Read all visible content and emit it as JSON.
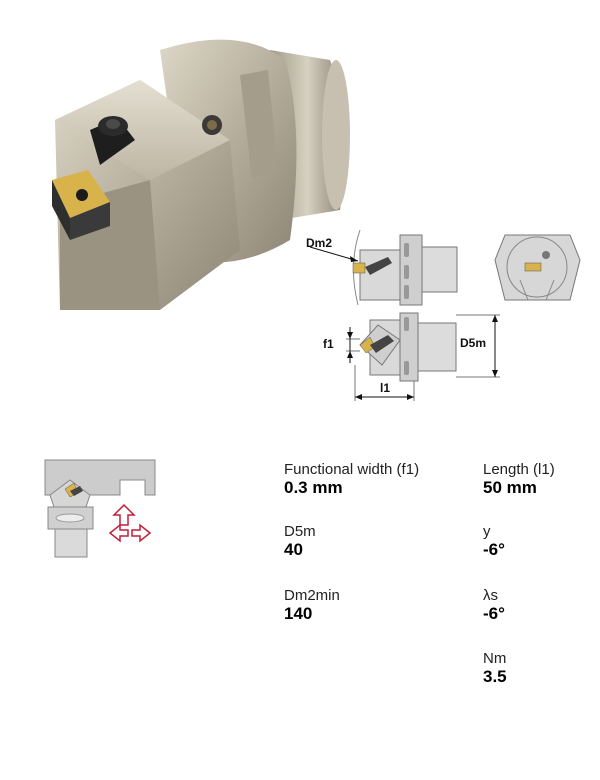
{
  "drawing": {
    "dm2_label": "Dm2",
    "f1_label": "f1",
    "d5m_label": "D5m",
    "l1_label": "l1"
  },
  "specs": {
    "left": [
      {
        "label": "Functional width (f1)",
        "value": "0.3 mm"
      },
      {
        "label": "D5m",
        "value": "40"
      },
      {
        "label": "Dm2min",
        "value": "140"
      }
    ],
    "right": [
      {
        "label": "Length (l1)",
        "value": "50 mm"
      },
      {
        "label": "y",
        "value": "-6°"
      },
      {
        "label": "λs",
        "value": "-6°"
      },
      {
        "label": "Nm",
        "value": "3.5"
      }
    ]
  },
  "colors": {
    "steel": "#b3ab9b",
    "insert_gold": "#d8b24a",
    "arrow_red": "#c21f3a",
    "line_gray": "#777777"
  }
}
